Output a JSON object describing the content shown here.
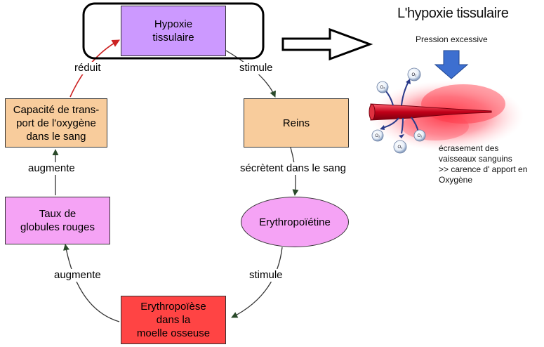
{
  "diagram": {
    "nodes": {
      "hypoxie": "Hypoxie\ntissulaire",
      "reins": "Reins",
      "epo": "Erythropoïétine",
      "erythropoiese": "Erythropoïèse\ndans la\nmoelle osseuse",
      "globules": "Taux de\nglobules rouges",
      "capacite": "Capacité de trans-\nport de l'oxygène\ndans le sang"
    },
    "labels": {
      "stimule_1": "stimule",
      "secretent": "sécrètent dans le sang",
      "stimule_2": "stimule",
      "augmente_1": "augmente",
      "augmente_2": "augmente",
      "reduit": "réduit"
    }
  },
  "illustration": {
    "title": "L'hypoxie tissulaire",
    "pressure_label": "Pression excessive",
    "caption": "écrasement des\nvaisseaux sanguins\n>> carence d' apport en\nOxygène",
    "bubble_label": "O₂"
  },
  "colors": {
    "purple": "#cc99ff",
    "tan": "#f8cc9c",
    "red": "#ff4444",
    "pink": "#f5a3f5",
    "arrow_green": "#2a4a2a",
    "arrow_red": "#cc2222",
    "pressure_blue": "#3d6fd0"
  }
}
